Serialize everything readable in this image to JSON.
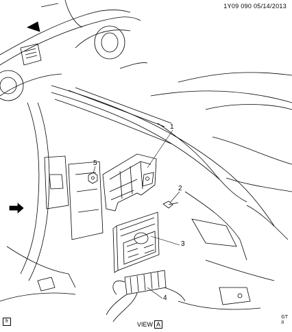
{
  "header": {
    "code": "1Y09 090 05/14/2013"
  },
  "callouts": [
    {
      "number": "1",
      "part": "bracket"
    },
    {
      "number": "2",
      "part": "bolt"
    },
    {
      "number": "3",
      "part": "control-module"
    },
    {
      "number": "4",
      "part": "wiring-connectors"
    },
    {
      "number": "5",
      "part": "nut"
    }
  ],
  "footer": {
    "view_label": "VIEW",
    "view_letter": "A",
    "corner_left": "fr",
    "corner_right": "GT\nII"
  }
}
